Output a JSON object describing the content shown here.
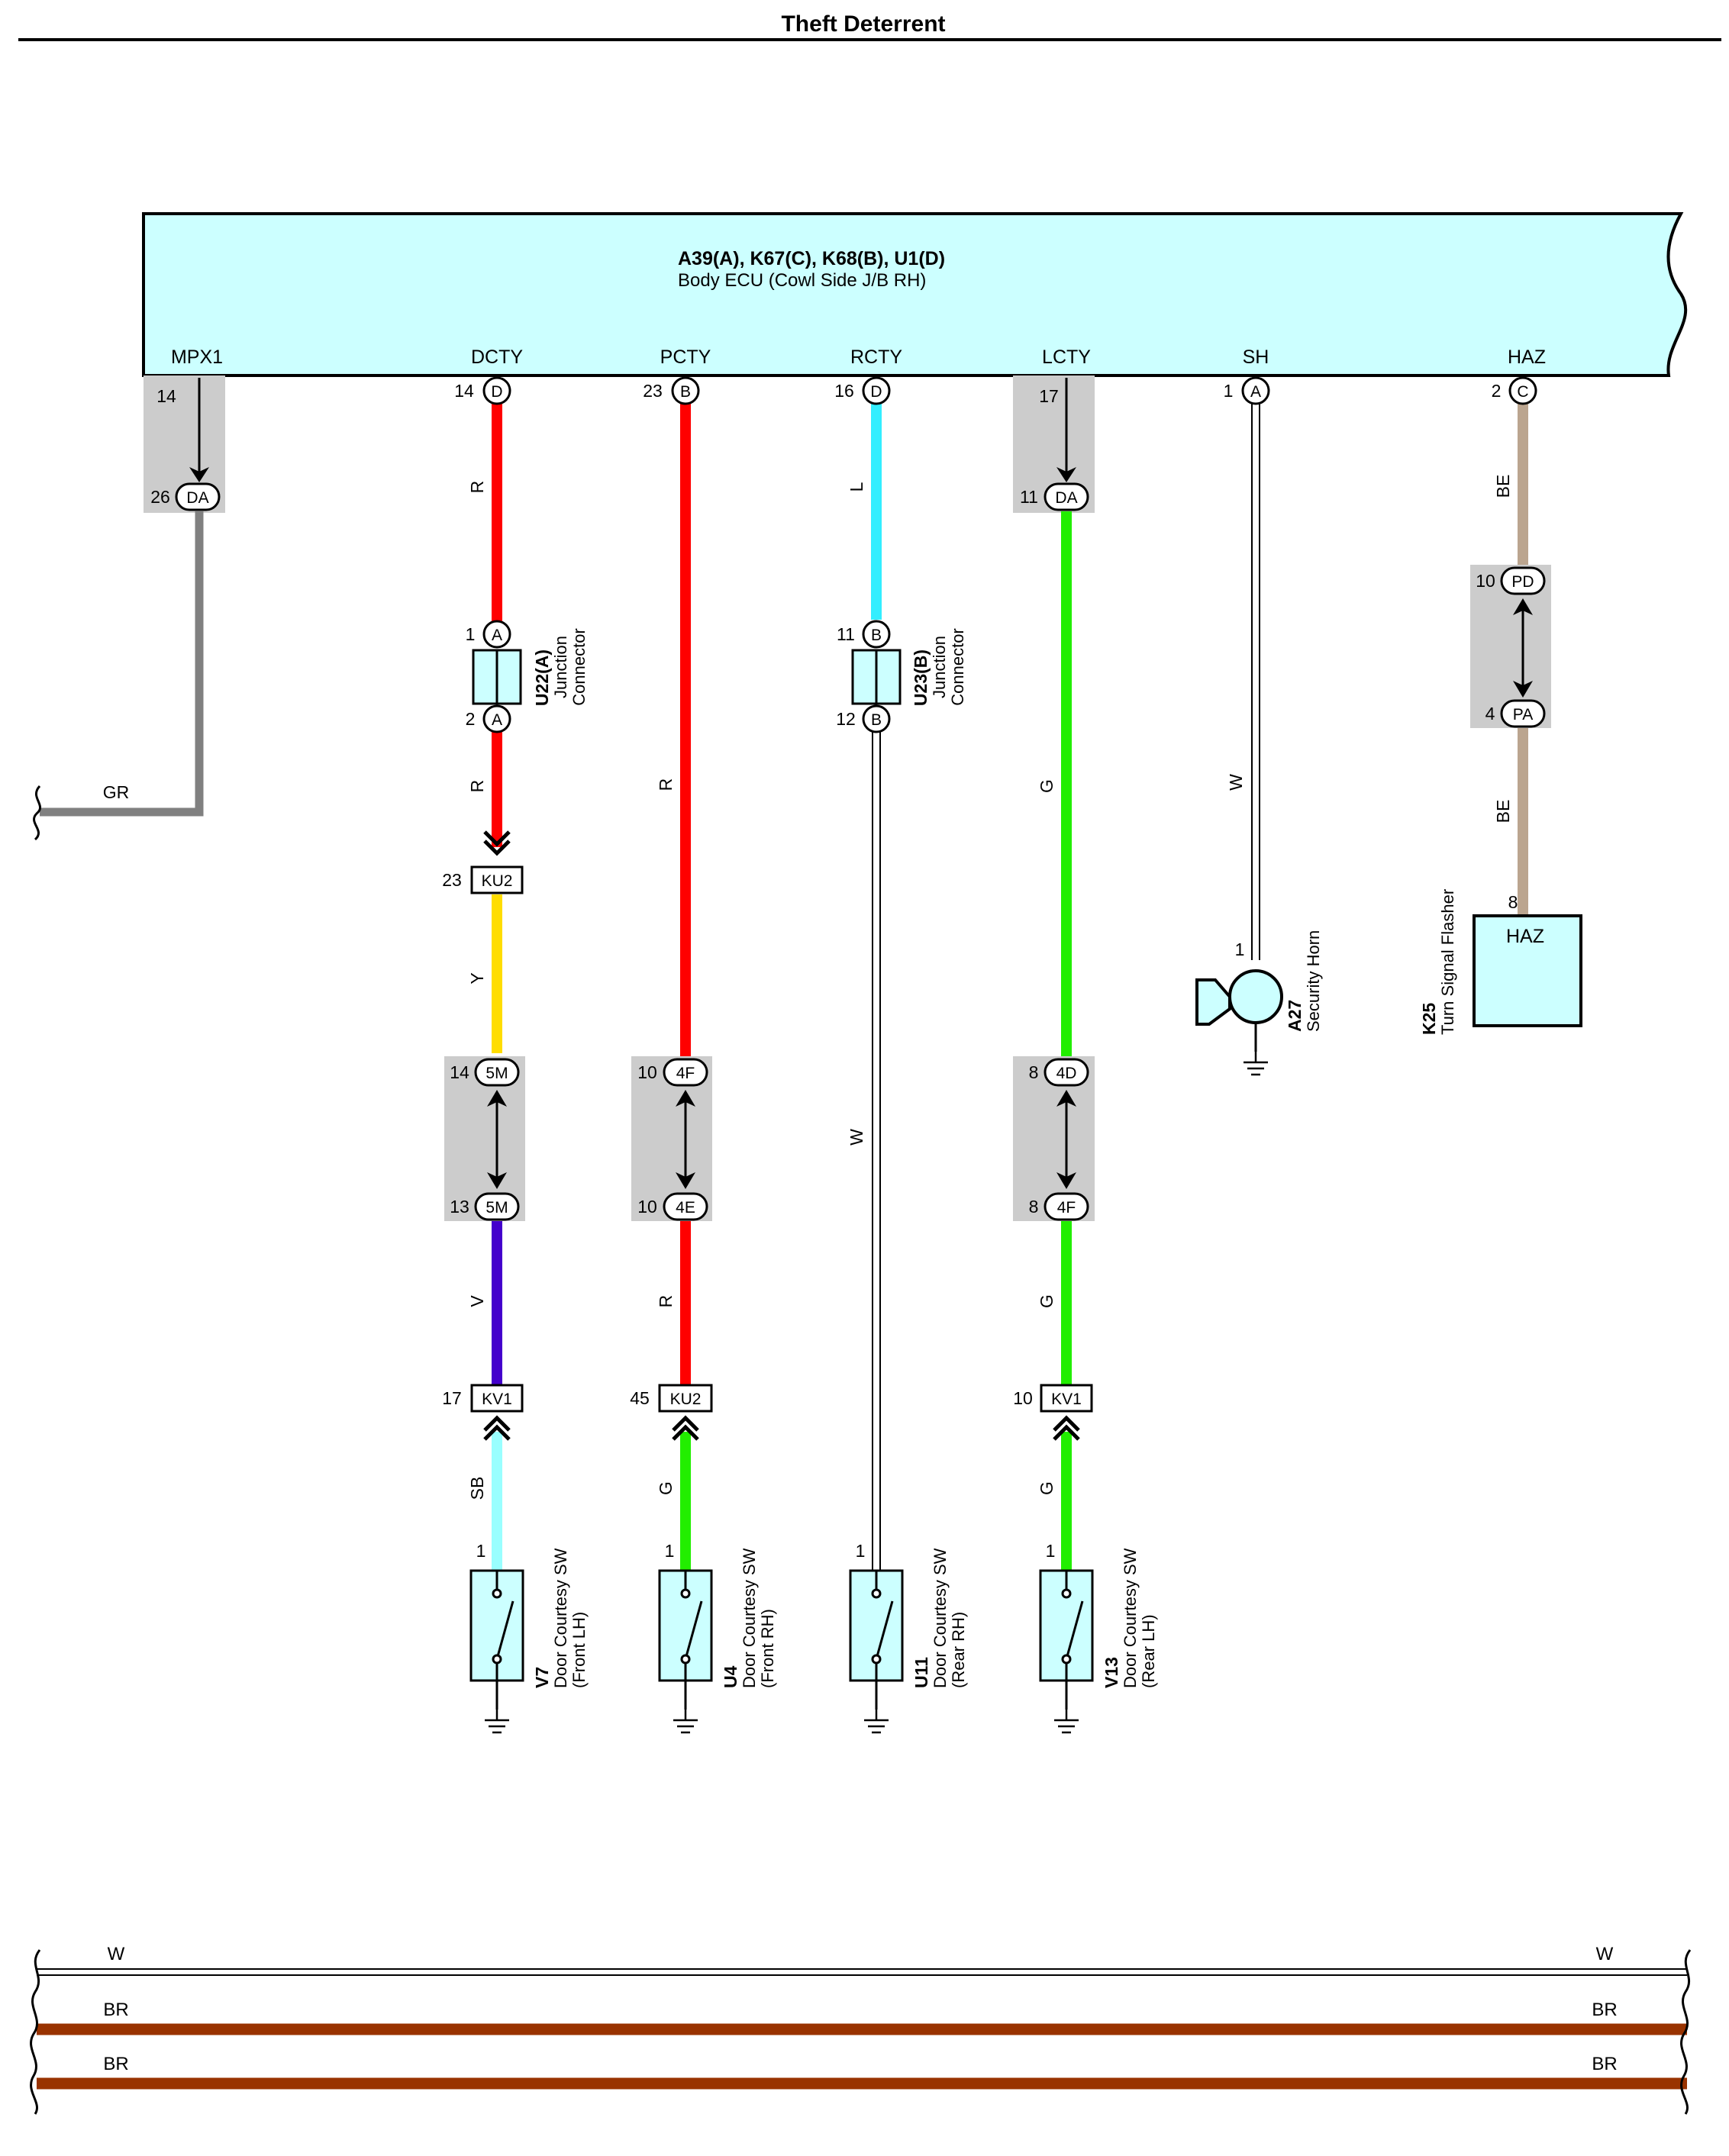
{
  "title": "Theft Deterrent",
  "ecu": {
    "connectors": "A39(A), K67(C), K68(B), U1(D)",
    "name": "Body ECU (Cowl Side J/B RH)",
    "pins": [
      {
        "name": "MPX1",
        "num": "14"
      },
      {
        "name": "DCTY",
        "num": "14",
        "conn": "D"
      },
      {
        "name": "PCTY",
        "num": "23",
        "conn": "B"
      },
      {
        "name": "RCTY",
        "num": "16",
        "conn": "D"
      },
      {
        "name": "LCTY",
        "num": "17"
      },
      {
        "name": "SH",
        "num": "1",
        "conn": "A"
      },
      {
        "name": "HAZ",
        "num": "2",
        "conn": "C"
      }
    ]
  },
  "mpx": {
    "in_num": "26",
    "in_conn": "DA",
    "wire": "GR"
  },
  "dcty": {
    "wire1": "R",
    "jc_top_num": "1",
    "jc_top_conn": "A",
    "jc_bot_num": "2",
    "jc_bot_conn": "A",
    "jc_code": "U22(A)",
    "jc_name1": "Junction",
    "jc_name2": "Connector",
    "wire2": "R",
    "ku2_num": "23",
    "ku2": "KU2",
    "wire3": "Y",
    "c5m_top_num": "14",
    "c5m_top": "5M",
    "c5m_bot_num": "13",
    "c5m_bot": "5M",
    "wire4": "V",
    "kv1_num": "17",
    "kv1": "KV1",
    "wire5": "SB",
    "sw_pin": "1",
    "sw_code": "V7",
    "sw_name": "Door Courtesy SW",
    "sw_pos": "(Front LH)"
  },
  "pcty": {
    "wire1": "R",
    "c4f_num": "10",
    "c4f": "4F",
    "c4e_num": "10",
    "c4e": "4E",
    "wire2": "R",
    "ku2_num": "45",
    "ku2": "KU2",
    "wire3": "G",
    "sw_pin": "1",
    "sw_code": "U4",
    "sw_name": "Door Courtesy SW",
    "sw_pos": "(Front RH)"
  },
  "rcty": {
    "wire1": "L",
    "jc_top_num": "11",
    "jc_top_conn": "B",
    "jc_bot_num": "12",
    "jc_bot_conn": "B",
    "jc_code": "U23(B)",
    "jc_name1": "Junction",
    "jc_name2": "Connector",
    "wire2": "W",
    "sw_pin": "1",
    "sw_code": "U11",
    "sw_name": "Door Courtesy SW",
    "sw_pos": "(Rear RH)"
  },
  "lcty": {
    "in_num": "11",
    "in_conn": "DA",
    "wire1": "G",
    "c4d_num": "8",
    "c4d": "4D",
    "c4f_num": "8",
    "c4f": "4F",
    "wire2": "G",
    "kv1_num": "10",
    "kv1": "KV1",
    "wire3": "G",
    "sw_pin": "1",
    "sw_code": "V13",
    "sw_name": "Door Courtesy SW",
    "sw_pos": "(Rear LH)"
  },
  "sh": {
    "wire": "W",
    "horn_pin": "1",
    "horn_code": "A27",
    "horn_name": "Security Horn"
  },
  "haz": {
    "wire1": "BE",
    "pd_num": "10",
    "pd": "PD",
    "pa_num": "4",
    "pa": "PA",
    "wire2": "BE",
    "flasher_pin": "8",
    "flasher_label": "HAZ",
    "flasher_code": "K25",
    "flasher_name": "Turn Signal Flasher"
  },
  "bus": [
    {
      "left": "W",
      "right": "W",
      "color": "#ffffff"
    },
    {
      "left": "BR",
      "right": "BR",
      "color": "#993300"
    },
    {
      "left": "BR",
      "right": "BR",
      "color": "#993300"
    }
  ],
  "colors": {
    "ecu_fill": "#ccffff",
    "R": "#ff0000",
    "Y": "#ffdd00",
    "V": "#4400cc",
    "SB": "#99ffff",
    "G": "#22ee00",
    "L": "#33eeff",
    "W": "#ffffff",
    "BE": "#bba58f",
    "GR": "#808080",
    "BR": "#993300",
    "shade": "#cccccc"
  }
}
